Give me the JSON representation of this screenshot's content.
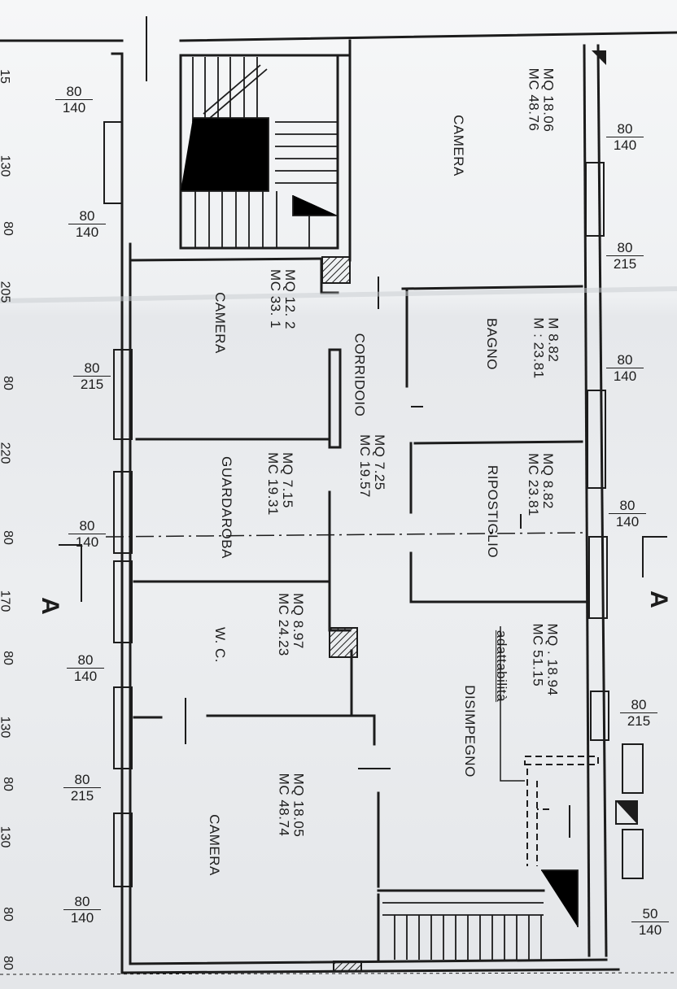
{
  "rooms": {
    "camera_top": {
      "name": "CAMERA",
      "mq": "MQ 18.06",
      "mc": "MC 48.76"
    },
    "camera_left": {
      "name": "CAMERA",
      "mq": "MQ 12. 2",
      "mc": "MC 33. 1"
    },
    "corridoio": {
      "name": "CORRIDOIO",
      "mq": "MQ 7.25",
      "mc": "MC 19.57"
    },
    "bagno": {
      "name": "BAGNO",
      "mq": "M 8.82",
      "mc": "M : 23.81"
    },
    "ripostiglio": {
      "name": "RIPOSTIGLIO",
      "mq": "MQ 8.82",
      "mc": "MC 23.81"
    },
    "guardaroba": {
      "name": "GUARDAROBA",
      "mq": "MQ 7.15",
      "mc": "MC 19.31"
    },
    "wc": {
      "name": "W. C.",
      "mq": "MQ 8.97",
      "mc": "MC 24.23"
    },
    "disimpegno": {
      "name": "DISIMPEGNO",
      "mq": "MQ . 18.94",
      "mc": "MC 51.15",
      "note": "adattabilità"
    },
    "camera_bottom": {
      "name": "CAMERA",
      "mq": "MQ 18.05",
      "mc": "MC 48.74"
    }
  },
  "windows_left": [
    {
      "w": "80",
      "h": "140"
    },
    {
      "w": "80",
      "h": "140"
    },
    {
      "w": "80",
      "h": "215"
    },
    {
      "w": "80",
      "h": "140"
    },
    {
      "w": "80",
      "h": "140"
    },
    {
      "w": "80",
      "h": "215"
    },
    {
      "w": "80",
      "h": "140"
    }
  ],
  "windows_right": [
    {
      "w": "80",
      "h": "140"
    },
    {
      "w": "80",
      "h": "215"
    },
    {
      "w": "80",
      "h": "140"
    },
    {
      "w": "80",
      "h": "140"
    },
    {
      "w": "80",
      "h": "215"
    },
    {
      "w": "50",
      "h": "140"
    }
  ],
  "side_dims": [
    "15",
    "130",
    "80",
    "205",
    "80",
    "220",
    "80",
    "170",
    "80",
    "130",
    "80",
    "130",
    "80",
    "80"
  ],
  "section_mark": "A"
}
